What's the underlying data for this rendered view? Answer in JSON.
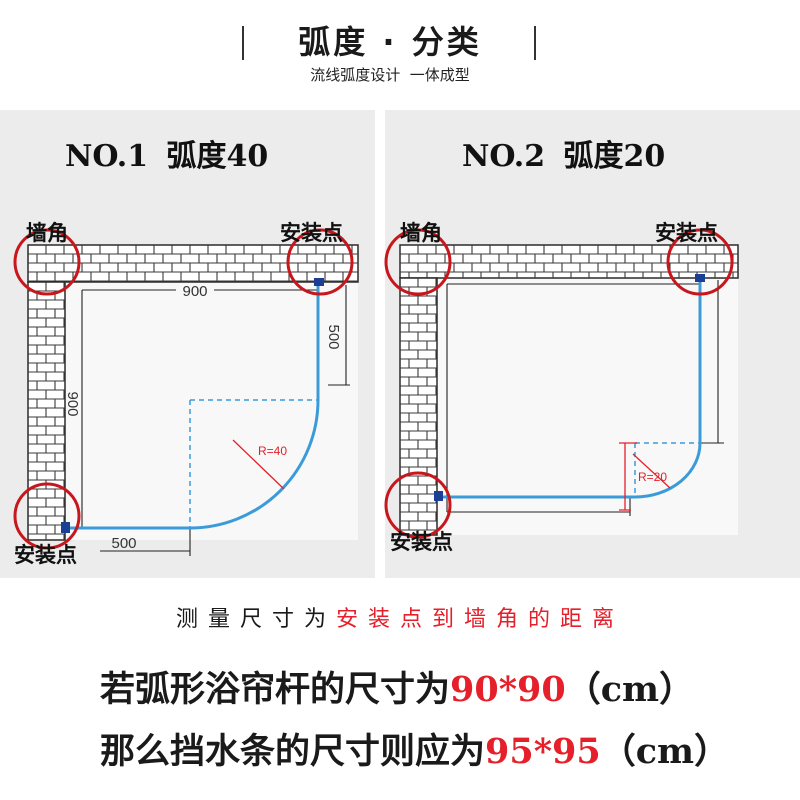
{
  "header": {
    "title": "弧度 · 分类",
    "subtitle": "流线弧度设计  一体成型"
  },
  "panels": [
    {
      "heading": "NO.1 弧度40",
      "corner_label": "墙角",
      "mount_label_top": "安装点",
      "mount_label_bottom": "安装点",
      "dim_top": "900",
      "dim_right": "500",
      "dim_left": "900",
      "dim_bottom": "500",
      "radius_label": "R=40"
    },
    {
      "heading": "NO.2 弧度20",
      "corner_label": "墙角",
      "mount_label_top": "安装点",
      "mount_label_bottom": "安装点",
      "radius_label": "R=20"
    }
  ],
  "notes": {
    "measure": {
      "prefix": "测量尺寸为",
      "highlight": "安装点到墙角的距离"
    },
    "rod": {
      "prefix": "若弧形浴帘杆的尺寸为",
      "value": "90*90",
      "unit": "（cm）"
    },
    "strip": {
      "prefix": "那么挡水条的尺寸则应为",
      "value": "95*95",
      "unit": "（cm）"
    }
  },
  "colors": {
    "text": "#1a1a1a",
    "highlight_red": "#e5202b",
    "circle_red": "#c8161d",
    "rod_blue": "#3b9bd9",
    "mount_blue": "#1c3f96",
    "panel_bg": "#ececec"
  }
}
